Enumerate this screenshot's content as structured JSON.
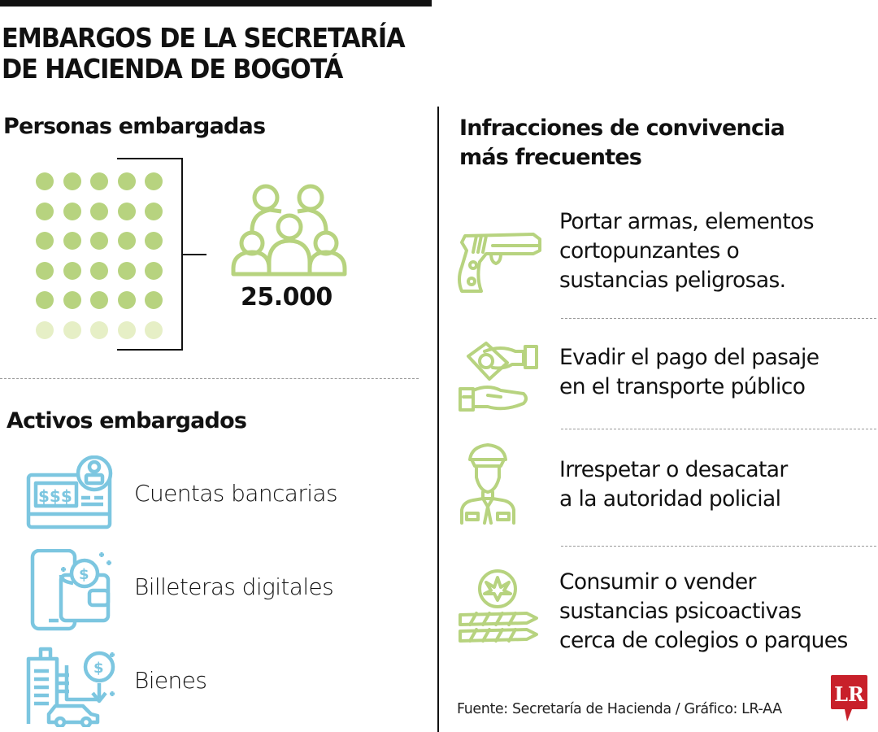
{
  "header": {
    "title_line1": "EMBARGOS DE LA SECRETARÍA",
    "title_line2": "DE HACIENDA DE BOGOTÁ"
  },
  "colors": {
    "green": "#b7d37f",
    "green_faded": "#e6efc6",
    "blue": "#7cc6e0",
    "text": "#111111",
    "logo_red": "#c8202a"
  },
  "personas": {
    "title": "Personas embargadas",
    "dot_grid": {
      "rows": 6,
      "cols": 5,
      "faded_rows": 1
    },
    "icon": "people-group-icon",
    "value": "25.000"
  },
  "activos": {
    "title": "Activos embargados",
    "items": [
      {
        "label": "Cuentas bancarias",
        "icon": "bank-account-icon"
      },
      {
        "label": "Billeteras digitales",
        "icon": "digital-wallet-icon"
      },
      {
        "label": "Bienes",
        "icon": "property-icon"
      }
    ]
  },
  "infracciones": {
    "title_line1": "Infracciones de convivencia",
    "title_line2": "más frecuentes",
    "items": [
      {
        "icon": "pistol-icon",
        "lines": [
          "Portar armas, elementos",
          "cortopunzantes o",
          "sustancias peligrosas."
        ]
      },
      {
        "icon": "money-hands-icon",
        "lines": [
          "Evadir el pago del pasaje",
          "en el transporte público"
        ]
      },
      {
        "icon": "police-officer-icon",
        "lines": [
          "Irrespetar o desacatar",
          "a la autoridad policial"
        ]
      },
      {
        "icon": "cannabis-icon",
        "lines": [
          "Consumir o vender",
          "sustancias psicoactivas",
          "cerca de colegios o parques"
        ]
      }
    ]
  },
  "footer": {
    "source": "Fuente: Secretaría de Hacienda / Gráfico: LR-AA",
    "logo_text": "LR"
  }
}
